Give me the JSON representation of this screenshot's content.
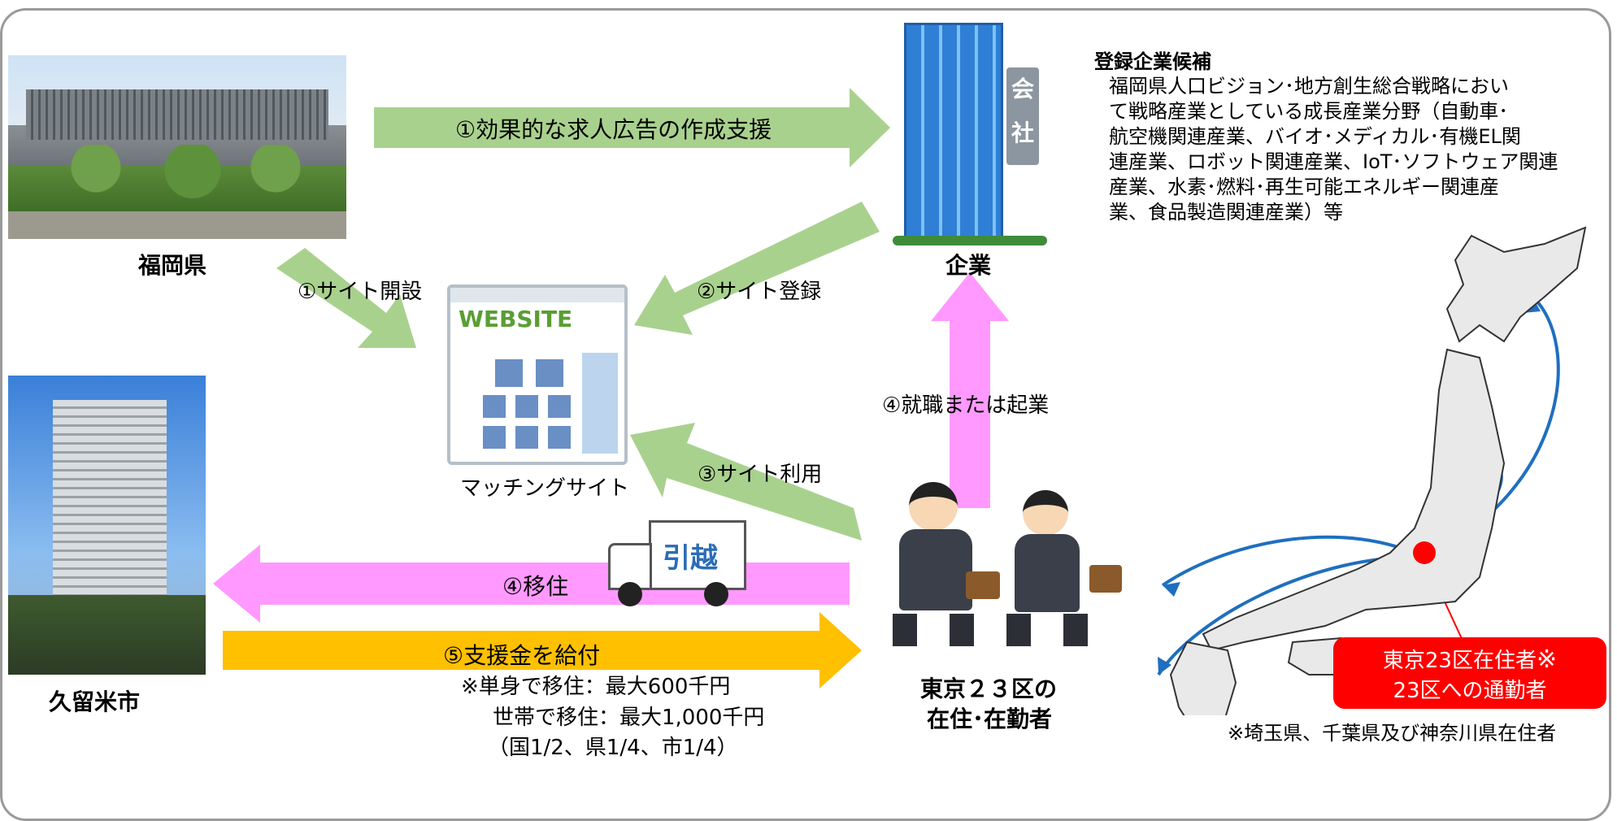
{
  "places": {
    "fukuoka": "福岡県",
    "kurume": "久留米市",
    "company": "企業",
    "matching_site": "マッチングサイト",
    "tokyo_line1": "東京２３区の",
    "tokyo_line2": "在住･在勤者"
  },
  "steps": {
    "s1a": "①効果的な求人広告の作成支援",
    "s1b": "①サイト開設",
    "s2": "②サイト登録",
    "s3": "③サイト利用",
    "s4a": "④就職または起業",
    "s4b": "④移住",
    "s5": "⑤支援金を給付"
  },
  "support_note": {
    "line1": "※単身で移住：最大600千円",
    "line2": "世帯で移住：最大1,000千円",
    "line3": "（国1/2、県1/4、市1/4）"
  },
  "candidates": {
    "title": "登録企業候補",
    "lines": [
      "福岡県人口ビジョン･地方創生総合戦略におい",
      "て戦略産業としている成長産業分野（自動車･",
      "航空機関連産業、バイオ･メディカル･有機EL関",
      "連産業、ロボット関連産業、IoT･ソフトウェア関連",
      "産業、水素･燃料･再生可能エネルギー関連産",
      "業、食品製造関連産業）等"
    ]
  },
  "map_box": {
    "line1": "東京23区在住者",
    "mark": "※",
    "line2": "23区への通勤者"
  },
  "map_note": "※埼玉県、千葉県及び神奈川県在住者",
  "website_logo": "WEBSITE",
  "truck_sign": "引越",
  "building_sign": [
    "会",
    "社"
  ],
  "colors": {
    "green_arrow": "#a9d18e",
    "pink_arrow": "#ff99ff",
    "orange_arrow": "#ffc000",
    "red_box": "#ff0000",
    "map_arrow": "#1f6fbf"
  }
}
